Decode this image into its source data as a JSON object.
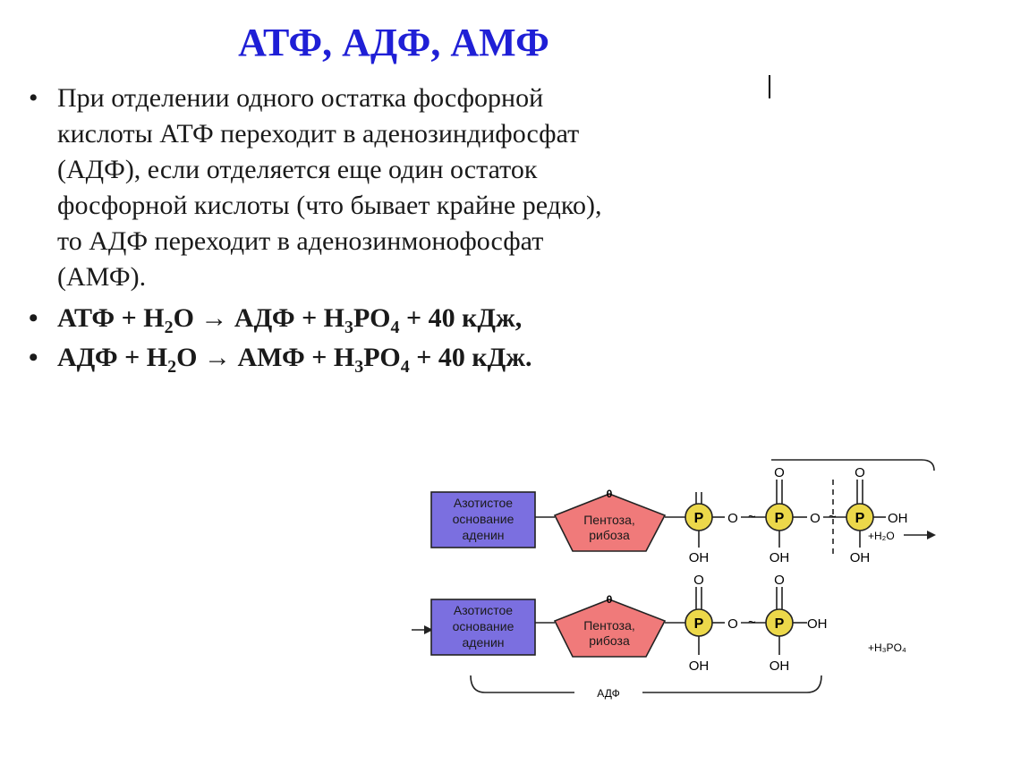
{
  "title": "АТФ, АДФ, АМФ",
  "bullets": {
    "paragraph_lines": [
      "При отделении одного остатка фосфорной",
      "кислоты АТФ переходит в аденозиндифосфат",
      "(АДФ), если отделяется еще один остаток",
      "фосфорной кислоты (что бывает крайне редко),",
      "то АДФ переходит в аденозинмонофосфат",
      "(АМФ)."
    ],
    "eq1": {
      "a": "АТФ + Н",
      "b": "2",
      "c": "О → АДФ  + Н",
      "d": "3",
      "e": "РО",
      "f": "4",
      "g": " + 40 кДж,"
    },
    "eq2": {
      "a": "АДФ + Н",
      "b": "2",
      "c": "О → АМФ + Н",
      "d": "3",
      "e": "РО",
      "f": "4",
      "g": " + 40 кДж."
    }
  },
  "diagram": {
    "base_lines": [
      "Азотистое",
      "основание",
      "аденин"
    ],
    "sugar_lines": [
      "Пентоза,",
      "рибоза"
    ],
    "phosphate": "P",
    "O": "O",
    "OH": "OH",
    "tilde": "~",
    "zero": "0",
    "plus_water": "+H₂O",
    "plus_acid": "+H₃PO₄",
    "adp_label": "АДФ",
    "colors": {
      "base": "#7b6fe0",
      "sugar": "#f07a7a",
      "phosphate": "#ecd84a"
    }
  }
}
